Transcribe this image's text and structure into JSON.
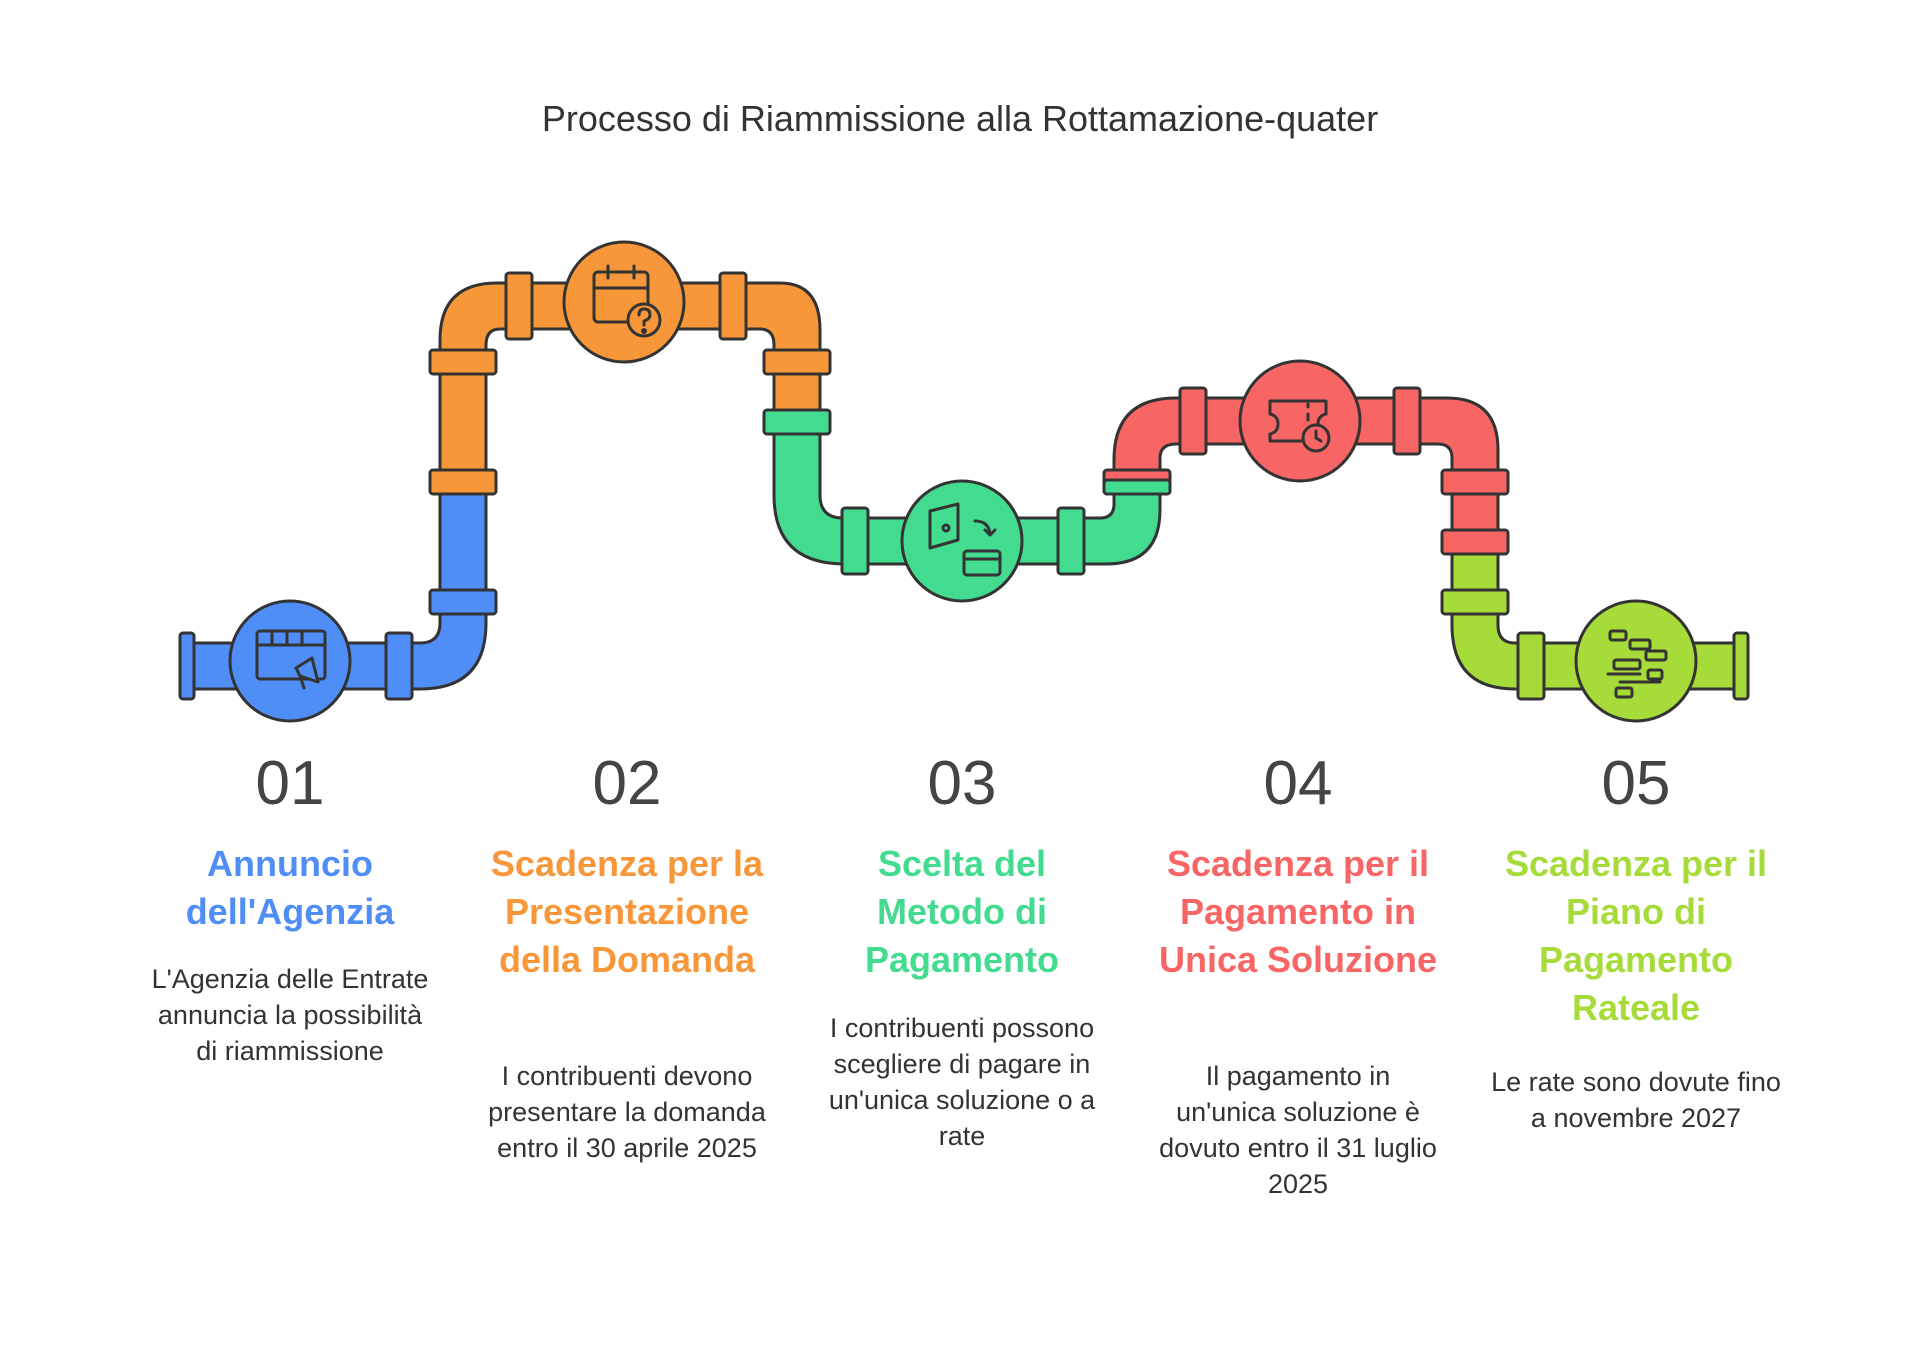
{
  "title": "Processo di Riammissione alla Rottamazione-quater",
  "steps": [
    {
      "number": "01",
      "title": "Annuncio dell'Agenzia",
      "description": "L'Agenzia delle Entrate annuncia la possibilità di riammissione",
      "color": "#4F8EF7",
      "icon": "megaphone-screen-icon"
    },
    {
      "number": "02",
      "title": "Scadenza per la Presentazione della Domanda",
      "description": "I contribuenti devono presentare la domanda entro il 30 aprile 2025",
      "color": "#F7973A",
      "icon": "calendar-question-icon"
    },
    {
      "number": "03",
      "title": "Scelta del Metodo di Pagamento",
      "description": "I contribuenti possono scegliere di pagare in un'unica soluzione o a rate",
      "color": "#43DB8F",
      "icon": "wallet-card-icon"
    },
    {
      "number": "04",
      "title": "Scadenza per il Pagamento in Unica Soluzione",
      "description": "Il pagamento in un'unica soluzione è dovuto entro il 31 luglio 2025",
      "color": "#F76565",
      "icon": "ticket-clock-icon"
    },
    {
      "number": "05",
      "title": "Scadenza per il Piano di Pagamento Rateale",
      "description": "Le rate sono dovute fino a novembre 2027",
      "color": "#A6DB3A",
      "icon": "gantt-chart-icon"
    }
  ]
}
